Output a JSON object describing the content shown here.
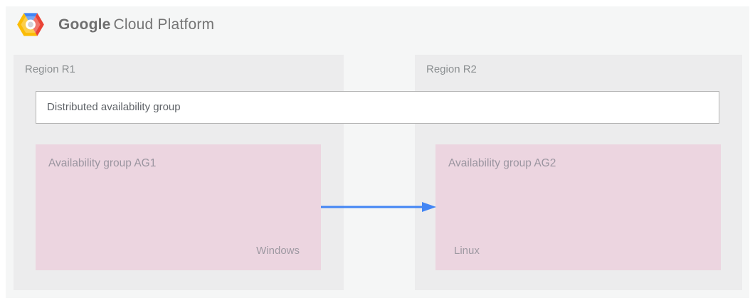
{
  "header": {
    "logo_icon": "gcp-hexagon-logo",
    "brand_primary": "Google",
    "brand_secondary": "Cloud Platform"
  },
  "diagram": {
    "distributed_group": {
      "label": "Distributed availability group"
    },
    "regions": [
      {
        "label": "Region R1",
        "availability_group": {
          "label": "Availability group AG1",
          "os_label": "Windows"
        }
      },
      {
        "label": "Region R2",
        "availability_group": {
          "label": "Availability group AG2",
          "os_label": "Linux"
        }
      }
    ],
    "arrow": {
      "icon": "arrow-right",
      "direction": "AG1 to AG2",
      "color": "#4285f4"
    }
  },
  "colors": {
    "page_background": "#ffffff",
    "panel_background": "#f5f6f6",
    "region_background": "#ececed",
    "availability_group_background": "#ecd5e0",
    "distributed_group_border": "#b5b5b5",
    "arrow_blue": "#4285f4",
    "logo_blue": "#4285f4",
    "logo_red": "#ea4335",
    "logo_yellow": "#fbbc05"
  }
}
